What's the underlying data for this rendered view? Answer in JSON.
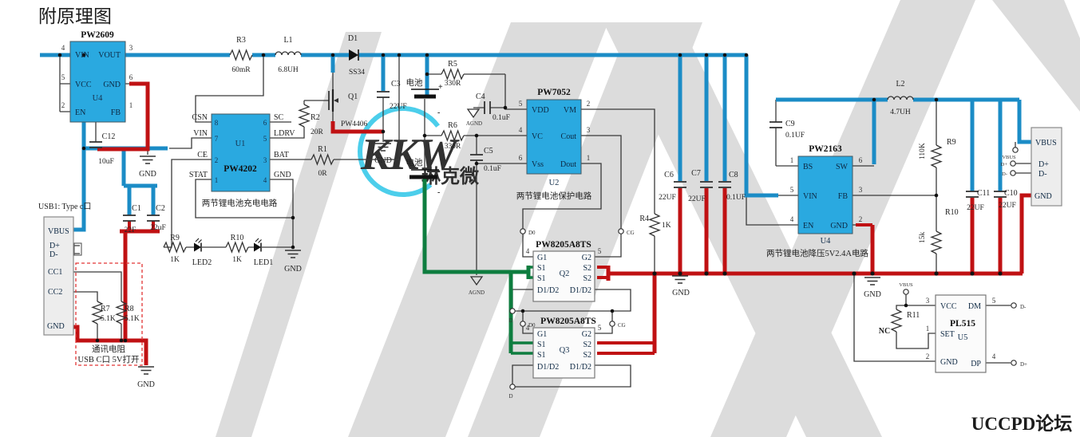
{
  "title": "附原理图",
  "watermark": {
    "kkw": "KKW",
    "company": "琳克微",
    "forum": "UCCPD论坛"
  },
  "battery": {
    "label": "电池",
    "plus": "+",
    "minus": "-"
  },
  "nets": {
    "gnd": "GND",
    "agnd": "AGND",
    "nc": "NC",
    "d0": "D0",
    "cg": "CG",
    "d": "D",
    "vbus": "VBUS"
  },
  "usb1": {
    "label": "USB1: Type c口",
    "pins": {
      "vbus": "VBUS",
      "dp": "D+",
      "dm": "D-",
      "cc1": "CC1",
      "cc2": "CC2",
      "gnd": "GND"
    }
  },
  "usb_out": {
    "pins": {
      "vbus": "VBUS",
      "dp": "D+",
      "dm": "D-",
      "gnd": "GND"
    },
    "pads": {
      "dp": "D+",
      "dm": "D-"
    }
  },
  "note_box": {
    "line1": "通讯电阻",
    "line2": "USB C口 5V打开"
  },
  "ics": {
    "pw2609": {
      "part": "PW2609",
      "ref": "U4",
      "pins": {
        "vin": "VIN",
        "vout": "VOUT",
        "vcc": "VCC",
        "gnd": "GND",
        "en": "EN",
        "fb": "FB"
      },
      "nums": {
        "vin": "4",
        "vout": "3",
        "vcc": "5",
        "gnd": "6",
        "en": "2",
        "fb": "1"
      }
    },
    "pw4202": {
      "part": "PW4202",
      "ref": "U1",
      "caption": "两节锂电池充电电路",
      "pins": {
        "csn": "CSN",
        "vin": "VIN",
        "ce": "CE",
        "stat": "STAT",
        "sc": "SC",
        "ldrv": "LDRV",
        "bat": "BAT",
        "gnd": "GND"
      },
      "nums": {
        "csn": "8",
        "vin": "7",
        "ce": "2",
        "stat": "1",
        "sc": "6",
        "ldrv": "5",
        "bat": "3",
        "gnd": "4"
      }
    },
    "pw7052": {
      "part": "PW7052",
      "ref": "U2",
      "caption": "两节锂电池保护电路",
      "pins": {
        "vdd": "VDD",
        "vc": "VC",
        "vss": "Vss",
        "vm": "VM",
        "cout": "Cout",
        "dout": "Dout"
      },
      "nums": {
        "vdd": "5",
        "vc": "4",
        "vss": "6",
        "vm": "2",
        "cout": "3",
        "dout": "1"
      }
    },
    "q2": {
      "part": "PW8205A8TS",
      "ref": "Q2",
      "pins": {
        "g1": "G1",
        "s1": "S1",
        "d12": "D1/D2",
        "g2": "G2",
        "s2": "S2"
      },
      "nums": {
        "g1": "4",
        "g2": "5"
      }
    },
    "q3": {
      "part": "PW8205A8TS",
      "ref": "Q3",
      "pins": {
        "g1": "G1",
        "s1": "S1",
        "d12": "D1/D2",
        "g2": "G2",
        "s2": "S2"
      },
      "nums": {
        "g1": "4",
        "g2": "5"
      }
    },
    "pw2163": {
      "part": "PW2163",
      "ref": "U4",
      "caption": "两节锂电池降压5V2.4A电路",
      "pins": {
        "bs": "BS",
        "vin": "VIN",
        "en": "EN",
        "sw": "SW",
        "fb": "FB",
        "gnd": "GND"
      },
      "nums": {
        "bs": "1",
        "vin": "5",
        "en": "4",
        "sw": "6",
        "fb": "3",
        "gnd": "2"
      }
    },
    "pl515": {
      "part": "PL515",
      "ref": "U5",
      "pins": {
        "vcc": "VCC",
        "set": "SET",
        "gnd": "GND",
        "dm": "DM",
        "dp": "DP"
      },
      "nums": {
        "vcc": "3",
        "set": "1",
        "gnd": "2",
        "dm": "5",
        "dp": "4"
      }
    }
  },
  "parts": {
    "r1": {
      "ref": "R1",
      "val": "0R"
    },
    "r2": {
      "ref": "R2",
      "val": "20R"
    },
    "r3": {
      "ref": "R3",
      "val": "60mR"
    },
    "r4": {
      "ref": "R4",
      "val": "1K"
    },
    "r5": {
      "ref": "R5",
      "val": "330R"
    },
    "r6": {
      "ref": "R6",
      "val": "330R"
    },
    "r7": {
      "ref": "R7",
      "val": "5.1K"
    },
    "r8": {
      "ref": "R8",
      "val": "5.1K"
    },
    "r9_led": {
      "ref": "R9",
      "val": "1K"
    },
    "r10_led": {
      "ref": "R10",
      "val": "1K"
    },
    "r9_fb": {
      "ref": "R9",
      "val": "110K"
    },
    "r10_fb": {
      "ref": "R10",
      "val": "15k"
    },
    "r11": {
      "ref": "R11"
    },
    "c1": {
      "ref": "C1",
      "val": "22F"
    },
    "c2": {
      "ref": "C2",
      "val": "22uF"
    },
    "c3": {
      "ref": "C3",
      "val": "22UF"
    },
    "c4": {
      "ref": "C4",
      "val": "0.1uF"
    },
    "c5": {
      "ref": "C5",
      "val": "0.1uF"
    },
    "c6": {
      "ref": "C6",
      "val": "22UF"
    },
    "c7": {
      "ref": "C7",
      "val": "22UF"
    },
    "c8": {
      "ref": "C8",
      "val": "0.1UF"
    },
    "c9": {
      "ref": "C9",
      "val": "0.1UF"
    },
    "c10": {
      "ref": "C10",
      "val": "22UF"
    },
    "c11": {
      "ref": "C11",
      "val": "22UF"
    },
    "c12": {
      "ref": "C12",
      "val": "10uF"
    },
    "l1": {
      "ref": "L1",
      "val": "6.8UH"
    },
    "l2": {
      "ref": "L2",
      "val": "4.7UH"
    },
    "d1": {
      "ref": "D1",
      "val": "SS34"
    },
    "q1": {
      "ref": "Q1",
      "val": "PW4406"
    },
    "led1": "LED1",
    "led2": "LED2"
  },
  "colors": {
    "wire_blue": "#1b8cc6",
    "wire_red": "#c01113",
    "wire_green": "#0e7d3f",
    "ic_fill": "#2aa9e0",
    "watermark_gray": "#dcdcdc",
    "logo_blue": "#1d7fc4",
    "logo_cyan": "#39c9e9",
    "forum_yellow": "#ece73c"
  }
}
